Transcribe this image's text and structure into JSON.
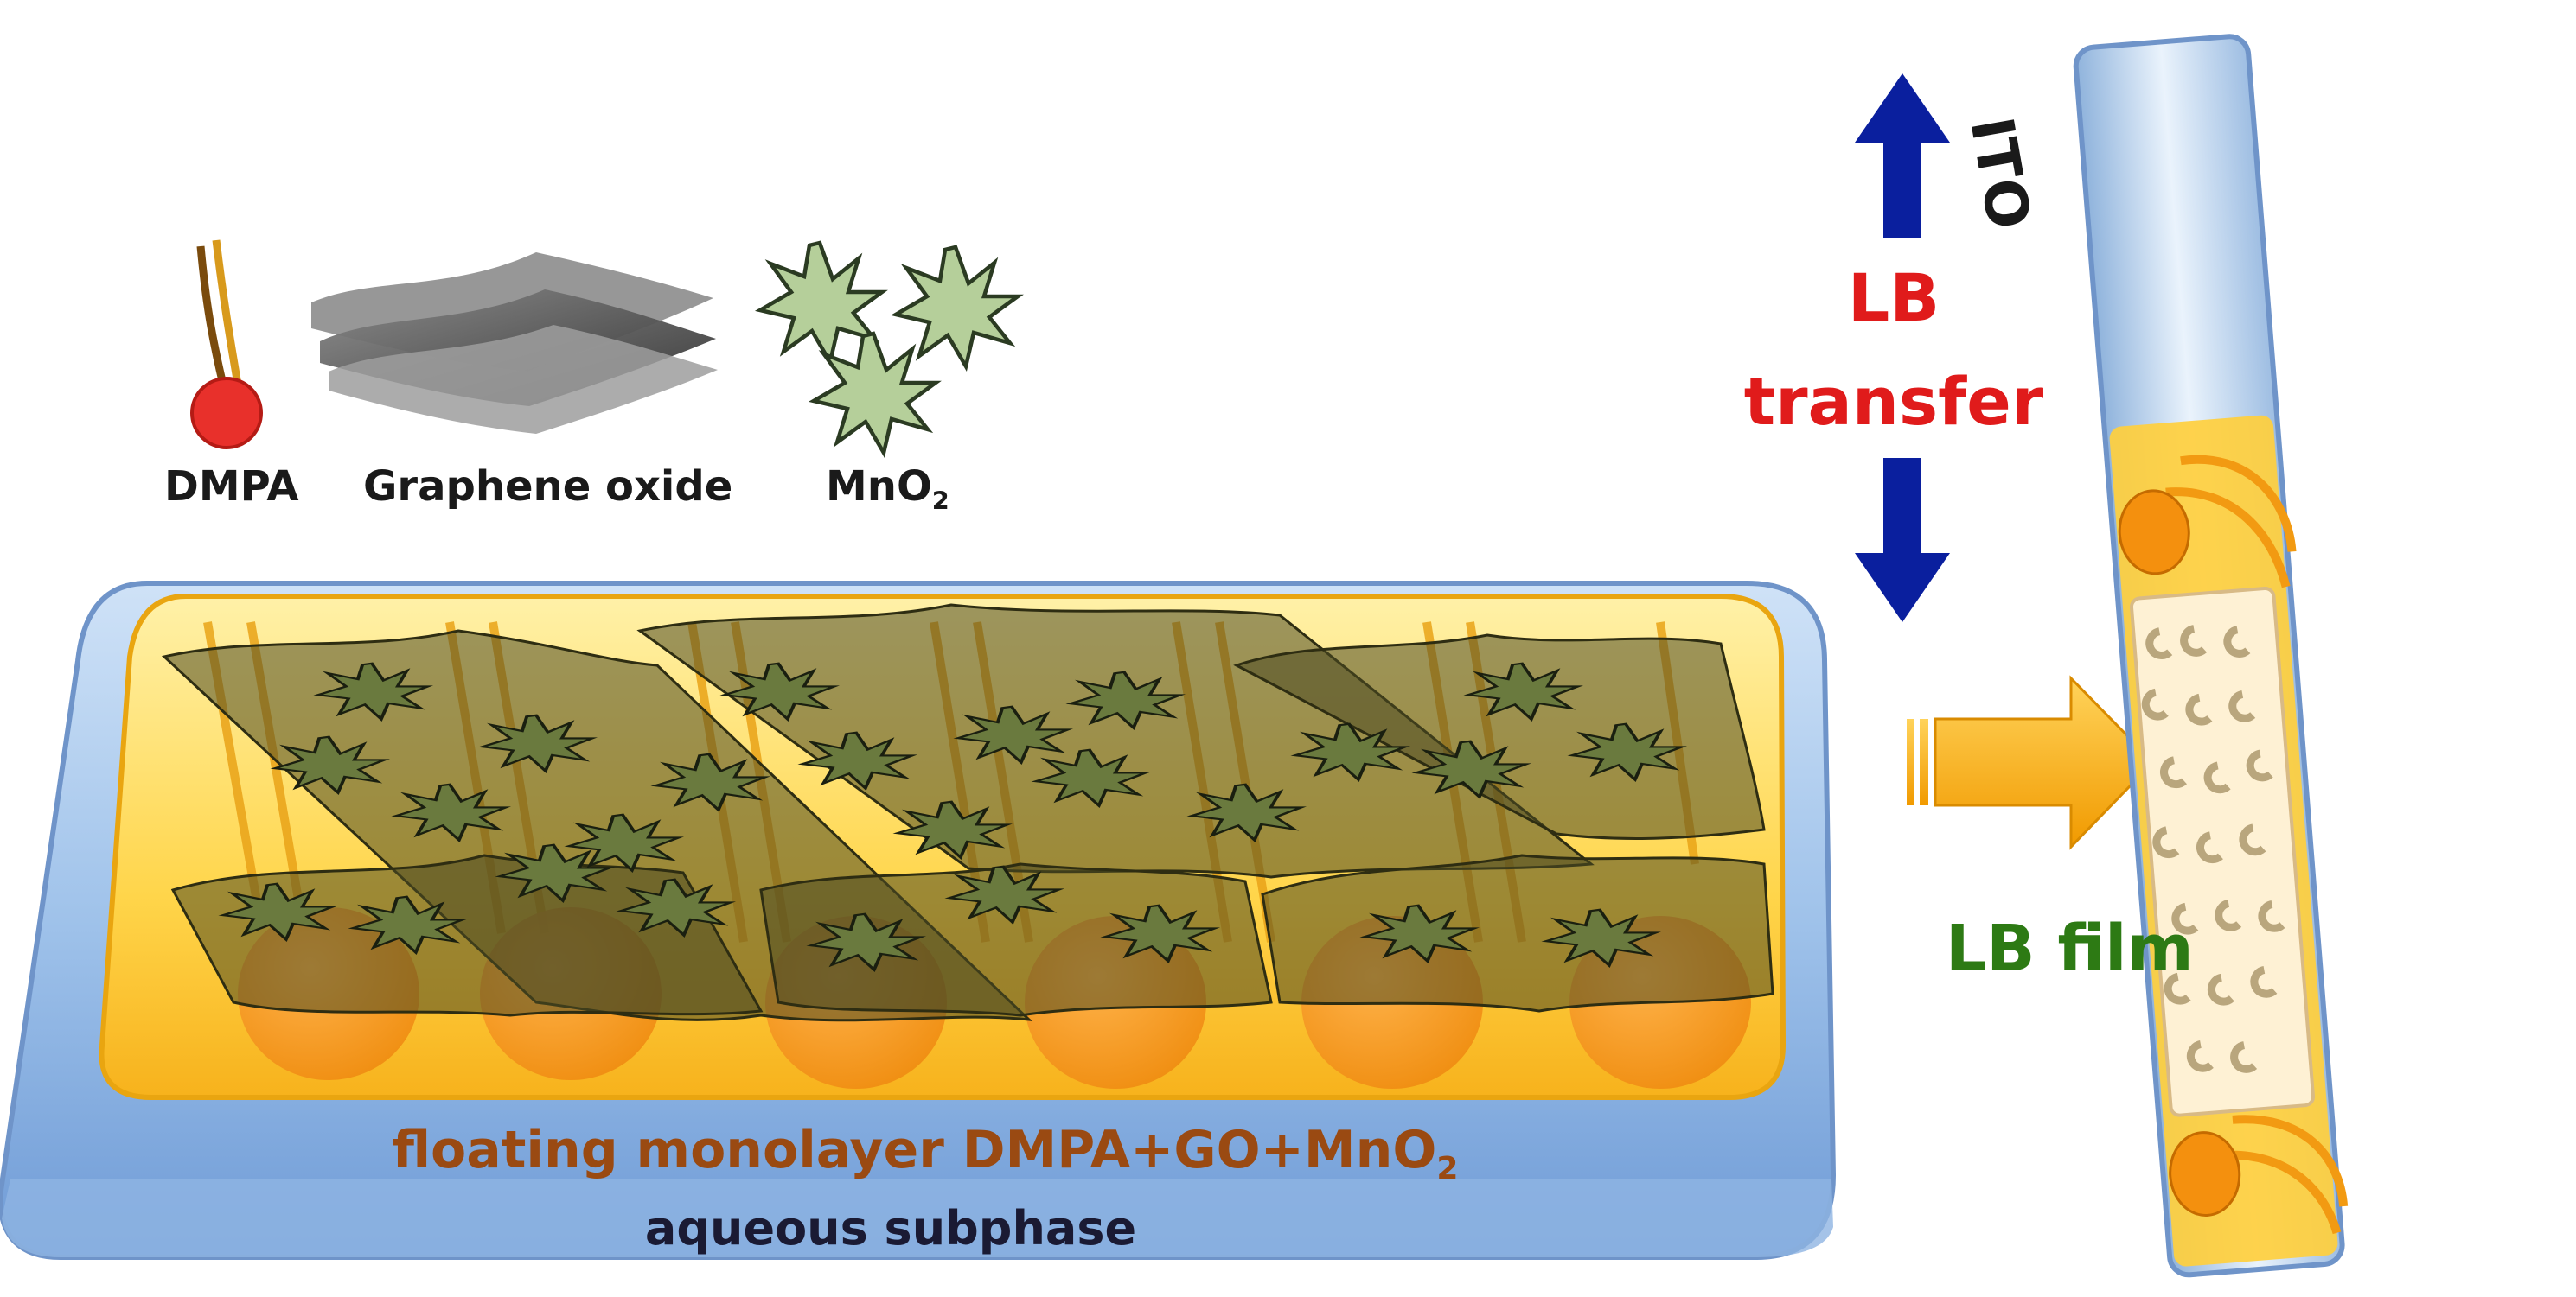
{
  "labels": {
    "dmpa": "DMPA",
    "graphene_oxide": "Graphene oxide",
    "mno2_base": "MnO",
    "mno2_sub": "2",
    "lb_transfer_line1": "LB",
    "lb_transfer_line2": "transfer",
    "lb_film": "LB film",
    "floating_base": "floating monolayer DMPA+GO+MnO",
    "floating_sub": "2",
    "aqueous": "aqueous subphase",
    "ito": "ITO"
  },
  "colors": {
    "lb_transfer": "#e01b1b",
    "lb_film": "#2d7a14",
    "floating_text": "#9a4a12",
    "arrow_blue": "#0a1f9e",
    "arrow_orange": "#f5a800",
    "trough_blue": "#9fc2ea",
    "monolayer_yellow": "#ffd54a",
    "dmpa_head": "#e8302b",
    "mno2_green": "#b5cf9a"
  },
  "icons": [
    "dmpa-molecule-icon",
    "graphene-oxide-icon",
    "mno2-particle-icon",
    "up-arrow-icon",
    "down-arrow-icon",
    "right-arrow-icon"
  ]
}
